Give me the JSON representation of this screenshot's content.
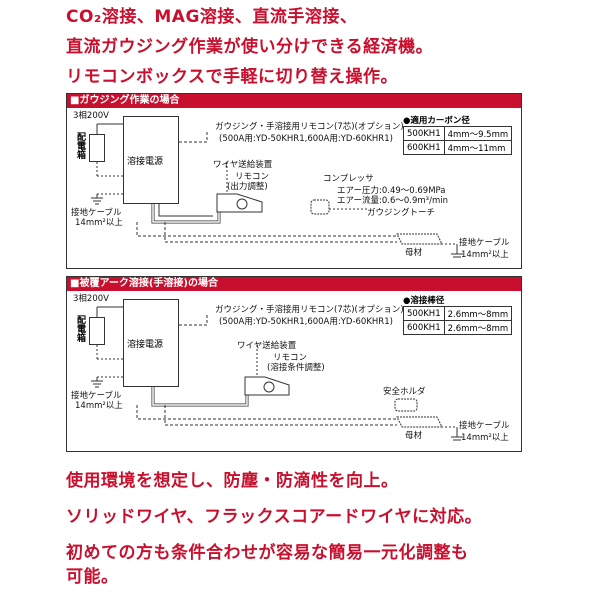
{
  "headline": {
    "line1": "CO₂溶接、MAG溶接、直流手溶接、",
    "line2": "直流ガウジング作業が使い分けできる経済機。",
    "line3": "リモコンボックスで手軽に切り替え操作。"
  },
  "panel1": {
    "title": "■ガウジング作業の場合",
    "power": "3相200V",
    "breaker": "配電箱",
    "psu": "溶接電源",
    "remote_option": "ガウジング・手溶接用リモコン(7芯)(オプション)",
    "remote_models": "(500A用:YD-50KHR1,600A用:YD-60KHR1)",
    "feeder": "ワイヤ送給装置",
    "remote": "リモコン",
    "remote_sub": "(出力調整)",
    "compressor": "コンプレッサ",
    "air_pressure": "エアー圧力:0.49〜0.69MPa",
    "air_flow": "エアー流量:0.6〜0.9m³/min",
    "torch": "ガウジングトーチ",
    "ground_left": "接地ケーブル",
    "ground_left_size": "14mm²以上",
    "base_metal": "母材",
    "ground_right": "接地ケーブル",
    "ground_right_size": "14mm²以上",
    "table_title": "●適用カーボン径",
    "table": [
      [
        "500KH1",
        "4mm〜9.5mm"
      ],
      [
        "600KH1",
        "4mm〜11mm"
      ]
    ]
  },
  "panel2": {
    "title": "■被覆アーク溶接(手溶接)の場合",
    "power": "3相200V",
    "breaker": "配電箱",
    "psu": "溶接電源",
    "remote_option": "ガウジング・手溶接用リモコン(7芯)(オプション)",
    "remote_models": "(500A用:YD-50KHR1,600A用:YD-60KHR1)",
    "feeder": "ワイヤ送給装置",
    "remote": "リモコン",
    "remote_sub": "(溶接条件調整)",
    "holder": "安全ホルダ",
    "ground_left": "接地ケーブル",
    "ground_left_size": "14mm²以上",
    "base_metal": "母材",
    "ground_right": "接地ケーブル",
    "ground_right_size": "14mm²以上",
    "table_title": "●溶接棒径",
    "table": [
      [
        "500KH1",
        "2.6mm〜8mm"
      ],
      [
        "600KH1",
        "2.6mm〜8mm"
      ]
    ]
  },
  "features": {
    "line1": "使用環境を想定し、防塵・防滴性を向上。",
    "line2": "ソリッドワイヤ、フラックスコアードワイヤに対応。",
    "line3": "初めての方も条件合わせが容易な簡易一元化調整も",
    "line4": "可能。"
  },
  "colors": {
    "accent": "#c8102e",
    "line": "#333333"
  }
}
